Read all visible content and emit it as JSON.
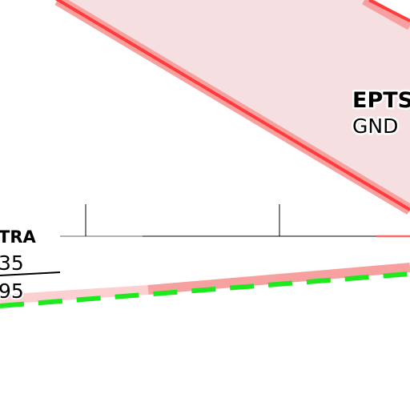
{
  "zone_eptsx": {
    "name": "EPTS",
    "floor": "GND",
    "fill": "#f5dfe1",
    "border": "#ff3b3b",
    "border_halo": "#f7a0a0"
  },
  "zone_tra": {
    "name": "TRA",
    "upper_limit": "35",
    "lower_limit": "95",
    "border": "#f7a0a0"
  },
  "boundary_line": {
    "color": "#1ee81e",
    "style": "dashed"
  },
  "background": "#ffffff"
}
